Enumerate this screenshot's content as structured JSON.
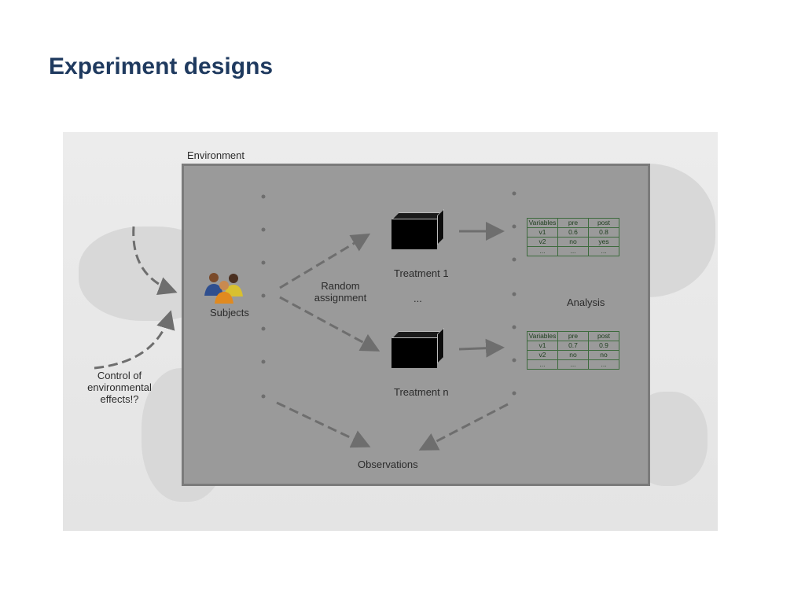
{
  "slide": {
    "title": "Experiment designs"
  },
  "diagram": {
    "environment_label": "Environment",
    "subjects_label": "Subjects",
    "random_assignment_label": "Random assignment",
    "treatment_1_label": "Treatment 1",
    "treatment_n_label": "Treatment n",
    "ellipsis_label": "...",
    "analysis_label": "Analysis",
    "observations_label": "Observations",
    "control_label": "Control of environmental effects!?",
    "table_1": {
      "header": [
        "Variables",
        "pre",
        "post"
      ],
      "rows": [
        [
          "v1",
          "0.6",
          "0.8"
        ],
        [
          "v2",
          "no",
          "yes"
        ],
        [
          "...",
          "...",
          "..."
        ]
      ]
    },
    "table_2": {
      "header": [
        "Variables",
        "pre",
        "post"
      ],
      "rows": [
        [
          "v1",
          "0.7",
          "0.9"
        ],
        [
          "v2",
          "no",
          "no"
        ],
        [
          "...",
          "...",
          "..."
        ]
      ]
    },
    "colors": {
      "title": "#1f3a5f",
      "environment_box": "#9a9a9a",
      "table_border": "#3d6b3d"
    }
  }
}
